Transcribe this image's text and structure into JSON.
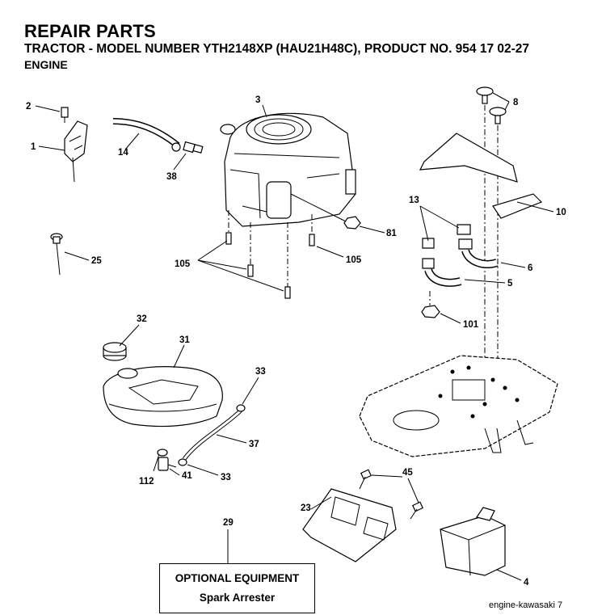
{
  "header": {
    "title": "REPAIR PARTS",
    "subtitle": "TRACTOR - MODEL NUMBER YTH2148XP (HAU21H48C), PRODUCT NO. 954 17 02-27",
    "section": "ENGINE"
  },
  "callouts": {
    "c1": "1",
    "c2": "2",
    "c3": "3",
    "c4": "4",
    "c5": "5",
    "c6": "6",
    "c8": "8",
    "c10": "10",
    "c13": "13",
    "c14": "14",
    "c23": "23",
    "c25": "25",
    "c29": "29",
    "c31": "31",
    "c32": "32",
    "c33a": "33",
    "c33b": "33",
    "c37": "37",
    "c38": "38",
    "c41": "41",
    "c45": "45",
    "c81": "81",
    "c101": "101",
    "c105a": "105",
    "c105b": "105",
    "c112": "112"
  },
  "optional": {
    "title": "OPTIONAL EQUIPMENT",
    "item": "Spark Arrester"
  },
  "footer": "engine-kawasaki  7"
}
